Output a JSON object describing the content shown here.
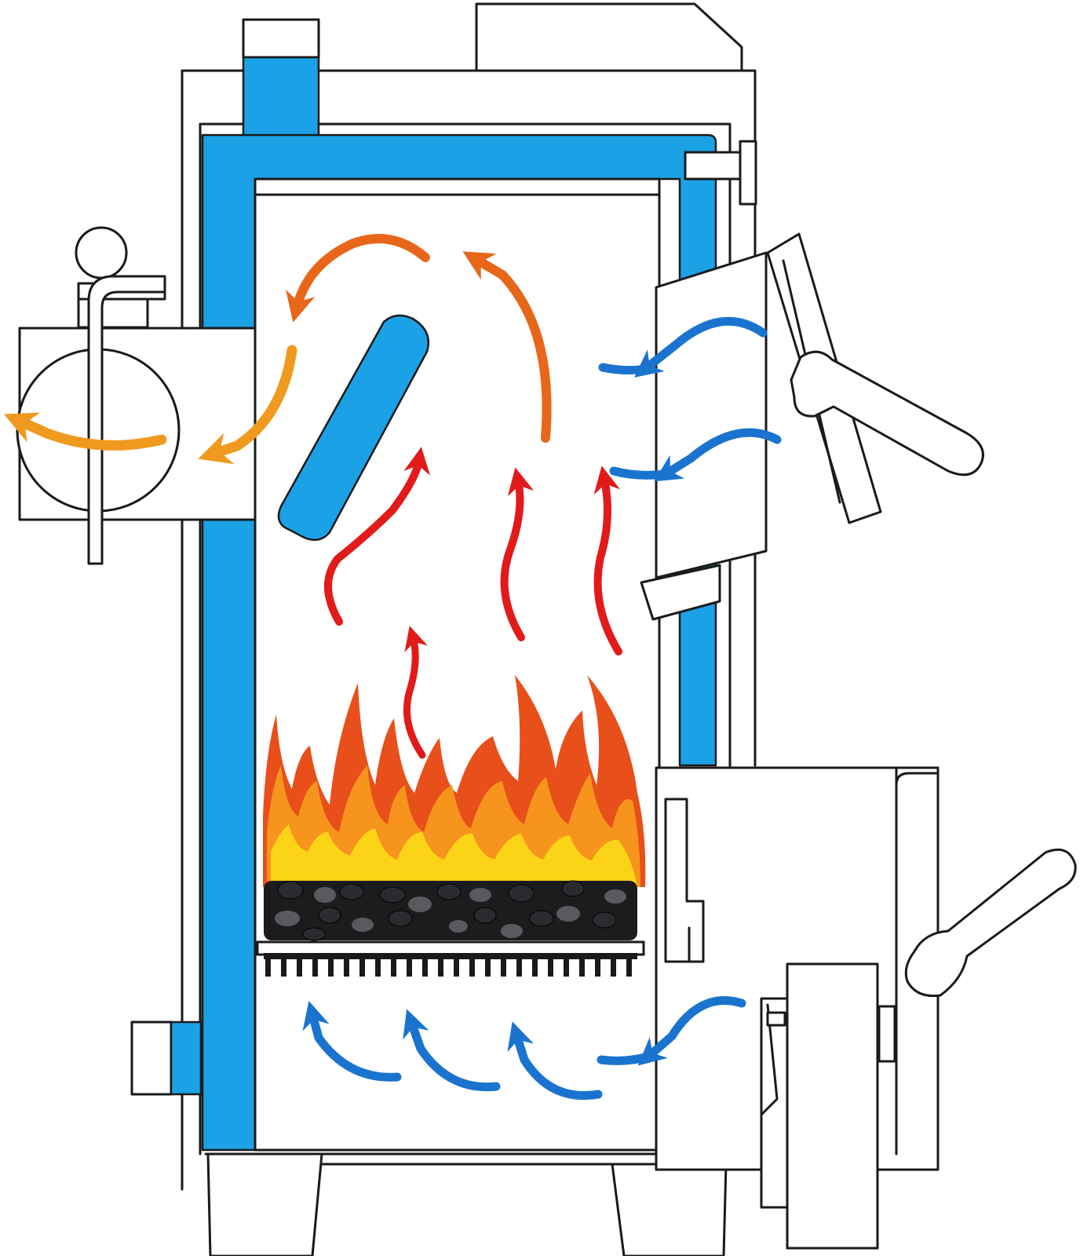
{
  "colors": {
    "water_jacket": "#1aa1e6",
    "air_flow": "#1a74cf",
    "hot_gas": "#e21a1a",
    "flue_gas": "#e8661a",
    "exhaust_gas": "#ef9a1f",
    "flame_outer": "#e84f1a",
    "flame_mid": "#f7941d",
    "flame_inner": "#fcd417",
    "fuel": "#1c1c1e",
    "fuel_gray": "#5a5a5e"
  },
  "flows": [
    {
      "kind": "primary-air",
      "color": "air_flow"
    },
    {
      "kind": "secondary-air",
      "color": "air_flow"
    },
    {
      "kind": "combustion-gas",
      "color": "hot_gas"
    },
    {
      "kind": "flue-gas",
      "color": "flue_gas"
    },
    {
      "kind": "exhaust",
      "color": "exhaust_gas"
    }
  ],
  "icons": [
    "boiler-body",
    "water-jacket",
    "baffle",
    "flue-damper",
    "loading-door",
    "ash-door",
    "grate",
    "fuel-bed",
    "flames",
    "air-damper-regulator"
  ]
}
